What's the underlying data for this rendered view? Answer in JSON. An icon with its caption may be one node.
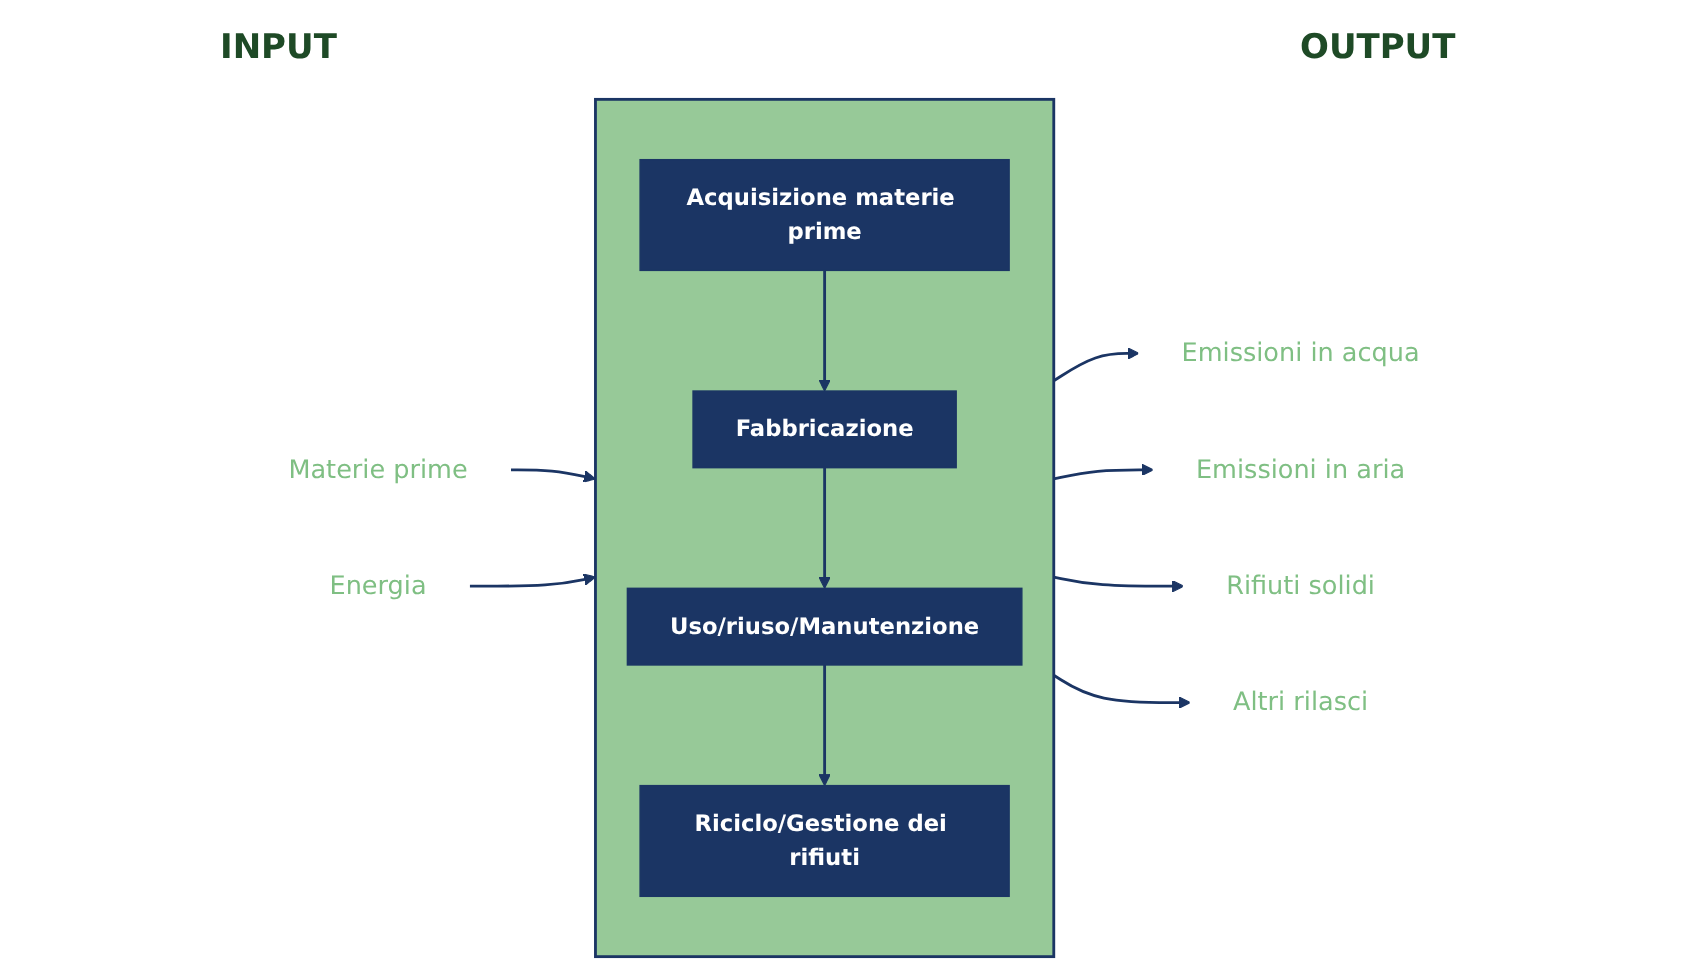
{
  "diagram": {
    "nodes": [
      {
        "text": [
          "Materie prime"
        ]
      },
      {
        "text": [
          "Energia"
        ]
      },
      {
        "text": [],
        "shape": "box"
      },
      {
        "text": [
          "Acquisizione materie prime"
        ],
        "in": 2
      },
      {
        "text": [
          "Fabbricazione"
        ],
        "in": 2
      },
      {
        "text": [
          "Uso/riuso/Manutenzione"
        ],
        "in": 2
      },
      {
        "text": [
          "Riciclo/Gestione dei rifiuti"
        ],
        "in": 2
      },
      {
        "text": [
          "Emissioni in acqua"
        ]
      },
      {
        "text": [
          "Emissioni in aria"
        ]
      },
      {
        "text": [
          "Rifiuti solidi"
        ]
      },
      {
        "text": [
          "Altri rilasci"
        ]
      }
    ],
    "edges": [
      {
        "from": 0,
        "to": 2,
        "arrow": "to"
      },
      {
        "from": 1,
        "to": 2,
        "arrow": "to"
      },
      {
        "from": 3,
        "to": 4,
        "arrow": "to"
      },
      {
        "from": 4,
        "to": 5,
        "arrow": "to"
      },
      {
        "from": 5,
        "to": 6,
        "arrow": "to"
      },
      {
        "from": 2,
        "to": 7,
        "arrow": "to"
      },
      {
        "from": 2,
        "to": 8,
        "arrow": "to"
      },
      {
        "from": 2,
        "to": 9,
        "arrow": "to"
      },
      {
        "from": 2,
        "to": 10,
        "arrow": "to"
      }
    ],
    "labels": [
      "INPUT",
      "OUTPUT"
    ]
  }
}
